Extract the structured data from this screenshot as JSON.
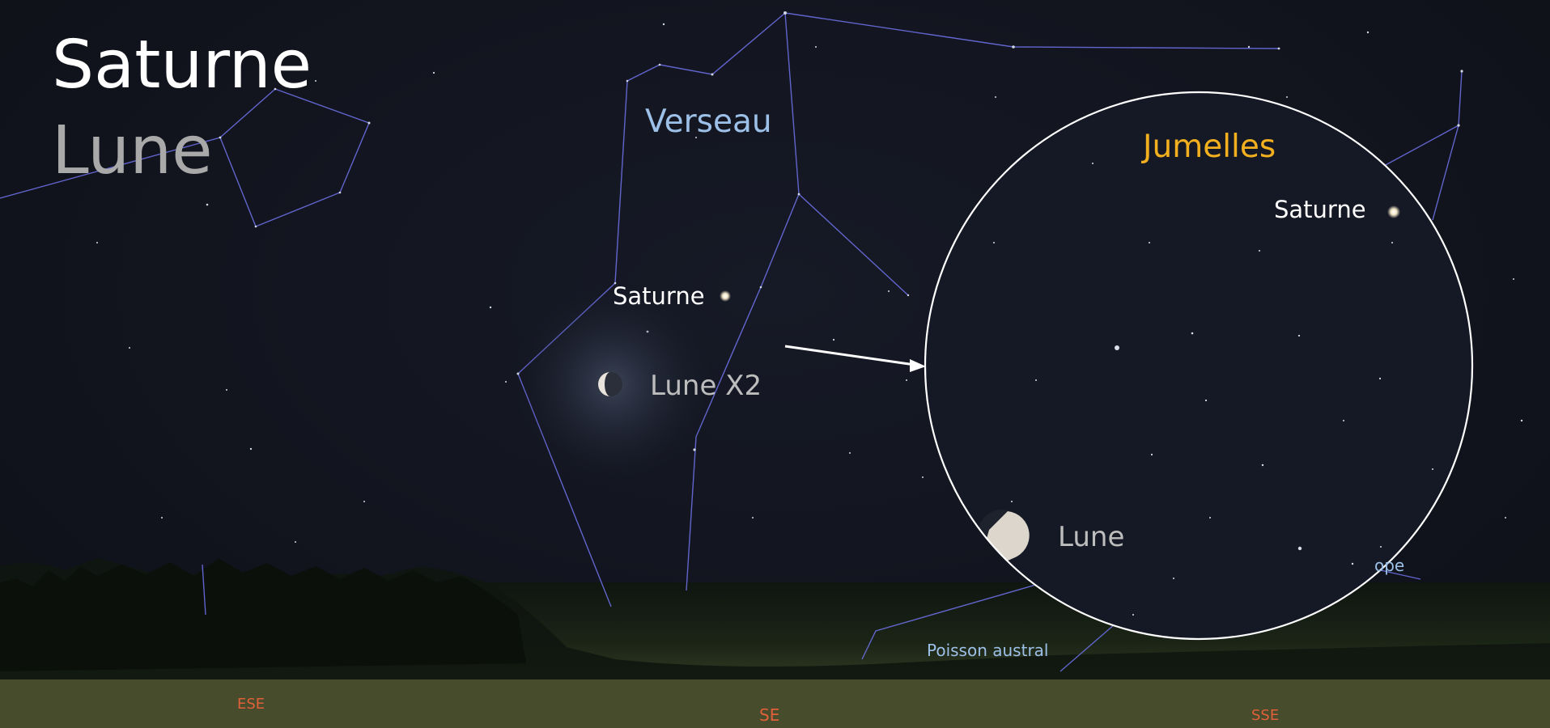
{
  "title": {
    "line1": "Saturne",
    "line2": "Lune"
  },
  "labels": {
    "verseau": "Verseau",
    "saturne_main": "Saturne",
    "lune_main": "Lune X2",
    "jumelles": "Jumelles",
    "saturne_binoc": "Saturne",
    "lune_binoc": "Lune",
    "poisson_austral": "Poisson austral",
    "partial_constellation": "ope"
  },
  "cardinals": {
    "ese": "ESE",
    "se": "SE",
    "sse": "SSE"
  },
  "colors": {
    "sky": "#12141e",
    "constellation_lines": "#6a6ee0",
    "constellation_label": "#9cc0e8",
    "binocular_label": "#f2b01e",
    "binocular_circle": "#ffffff",
    "cardinal": "#e0603a"
  }
}
